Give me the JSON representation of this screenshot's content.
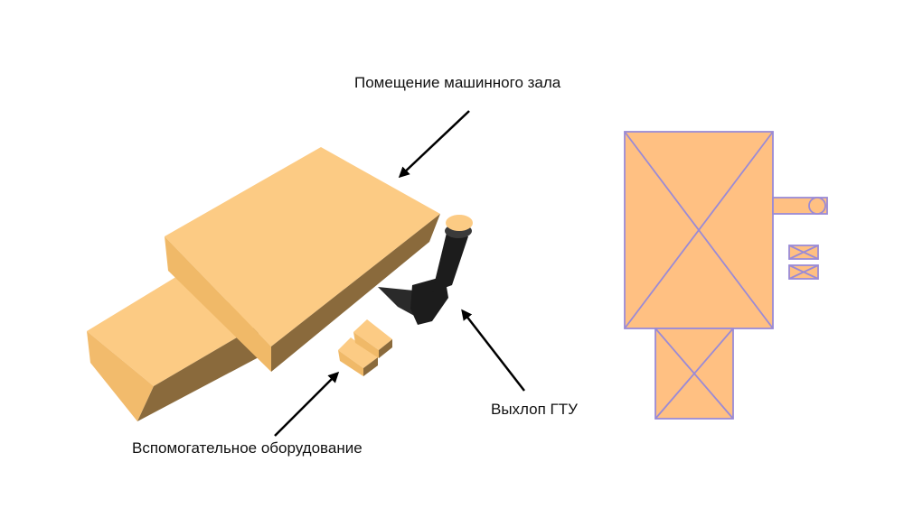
{
  "labels": {
    "machine_hall": "Помещение машинного зала",
    "gtu_exhaust": "Выхлоп ГТУ",
    "aux_equipment": "Вспомогательное оборудование"
  },
  "colors": {
    "box_top": "#fccb84",
    "box_side_dark": "#8a6a3c",
    "box_side_light": "#f4be72",
    "plan_fill": "#ffc082",
    "plan_stroke": "#9a8ad6",
    "exhaust_dark": "#1c1c1c",
    "exhaust_cap": "#fccb84",
    "arrow": "#000000"
  }
}
